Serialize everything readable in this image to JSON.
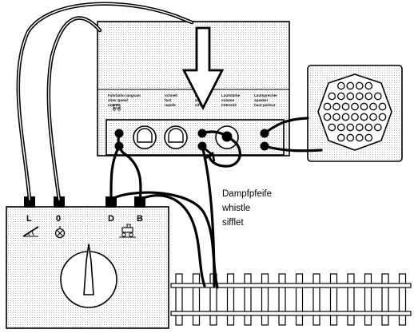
{
  "module": {
    "labels": [
      {
        "id": "slow",
        "lines": [
          "Fahrbahn langsam",
          "slow speed",
          "ralenti"
        ]
      },
      {
        "id": "fast",
        "lines": [
          "schnell",
          "fast",
          "rapide"
        ]
      },
      {
        "id": "whistle",
        "lines": [
          "Pfeife",
          "whistle",
          "sifflet"
        ]
      },
      {
        "id": "volume",
        "lines": [
          "Lautstärke",
          "volume",
          "intensité"
        ]
      },
      {
        "id": "speaker",
        "lines": [
          "Lautsprecher",
          "speaker",
          "haut parleur"
        ]
      }
    ]
  },
  "whistle_label": [
    "Dampfpfeife",
    "whistle",
    "sifflet"
  ],
  "transformer": {
    "terminals": [
      "L",
      "0",
      "D",
      "B"
    ]
  },
  "icons": [
    "speaker-icon",
    "locomotive-icon",
    "ramp-icon",
    "light-icon",
    "arrow-down-icon"
  ]
}
